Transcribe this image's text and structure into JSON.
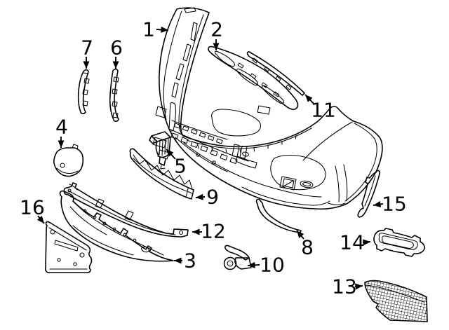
{
  "figure": {
    "type": "exploded-parts-line-diagram",
    "subject": "front bumper and components",
    "background_color": "#ffffff",
    "line_color": "#000000",
    "label_color": "#000000"
  },
  "callouts": [
    {
      "label": "1",
      "target": "front-bumper-cover"
    },
    {
      "label": "2",
      "target": "upper-center-molding"
    },
    {
      "label": "3",
      "target": "lower-trim-panel"
    },
    {
      "label": "4",
      "target": "cover-cap"
    },
    {
      "label": "5",
      "target": "center-bracket"
    },
    {
      "label": "6",
      "target": "side-support-right"
    },
    {
      "label": "7",
      "target": "side-support-left"
    },
    {
      "label": "8",
      "target": "lower-molding-strip"
    },
    {
      "label": "9",
      "target": "energy-absorber"
    },
    {
      "label": "10",
      "target": "front-camera"
    },
    {
      "label": "11",
      "target": "upper-trim-strip"
    },
    {
      "label": "12",
      "target": "lower-support-rail"
    },
    {
      "label": "13",
      "target": "mesh-grille-insert"
    },
    {
      "label": "14",
      "target": "fog-lamp-bezel"
    },
    {
      "label": "15",
      "target": "corner-molding"
    },
    {
      "label": "16",
      "target": "license-plate-bracket"
    }
  ]
}
